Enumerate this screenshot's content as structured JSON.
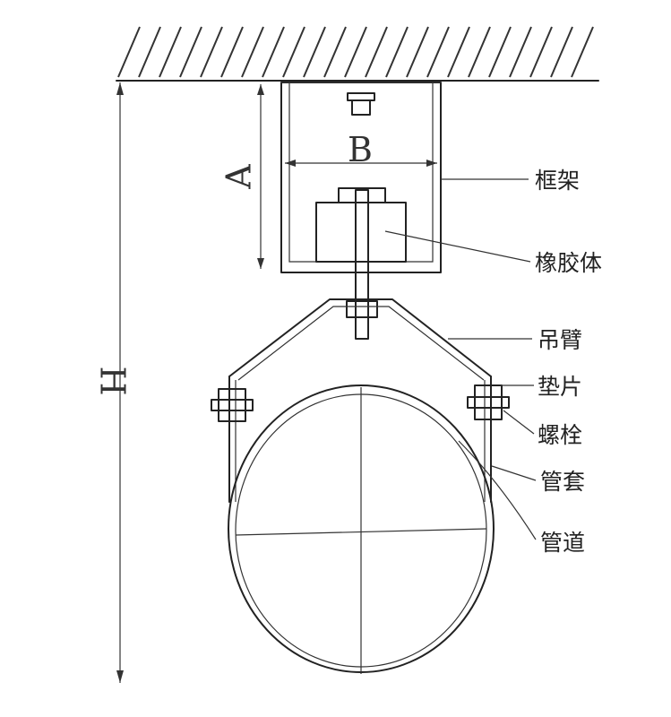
{
  "labels": {
    "frame": "框架",
    "rubber": "橡胶体",
    "arm": "吊臂",
    "gasket": "垫片",
    "bolt": "螺栓",
    "sleeve": "管套",
    "pipe": "管道"
  },
  "dimensions": {
    "b": "B",
    "a": "A",
    "h": "H"
  }
}
